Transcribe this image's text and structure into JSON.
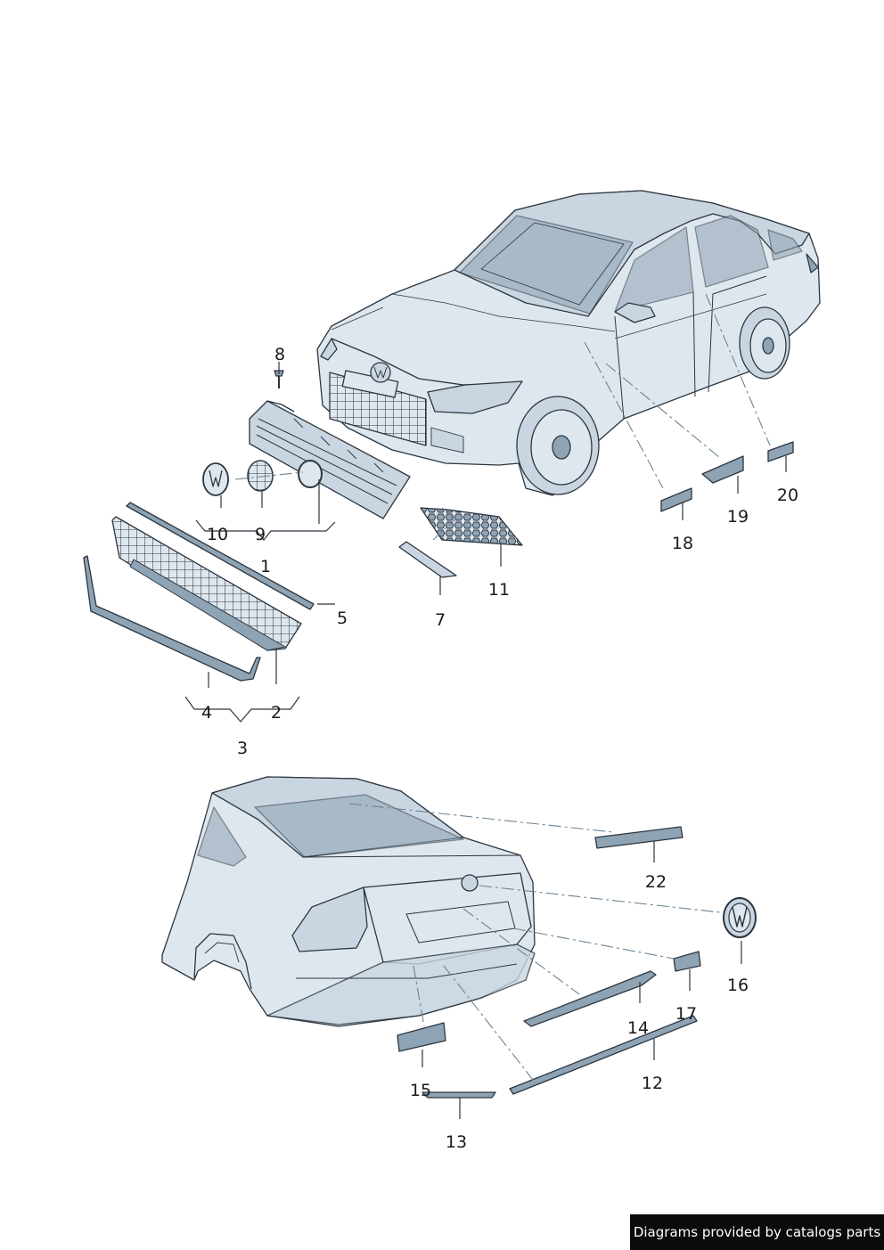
{
  "colors": {
    "body_fill": "#dfe7ee",
    "body_shade": "#c9d6e1",
    "part_fill": "#8ea3b3",
    "line": "#2c3640",
    "leader": "#6d8494",
    "footer_bg": "#0b0b0b",
    "footer_text": "#ffffff"
  },
  "labels": {
    "l1": "1",
    "l2": "2",
    "l3": "3",
    "l4": "4",
    "l5": "5",
    "l7": "7",
    "l8": "8",
    "l9": "9",
    "l10": "10",
    "l11": "11",
    "l12": "12",
    "l13": "13",
    "l14": "14",
    "l15": "15",
    "l16": "16",
    "l17": "17",
    "l18": "18",
    "l19": "19",
    "l20": "20",
    "l22": "22"
  },
  "footer": {
    "text": "Diagrams provided by catalogs parts"
  }
}
